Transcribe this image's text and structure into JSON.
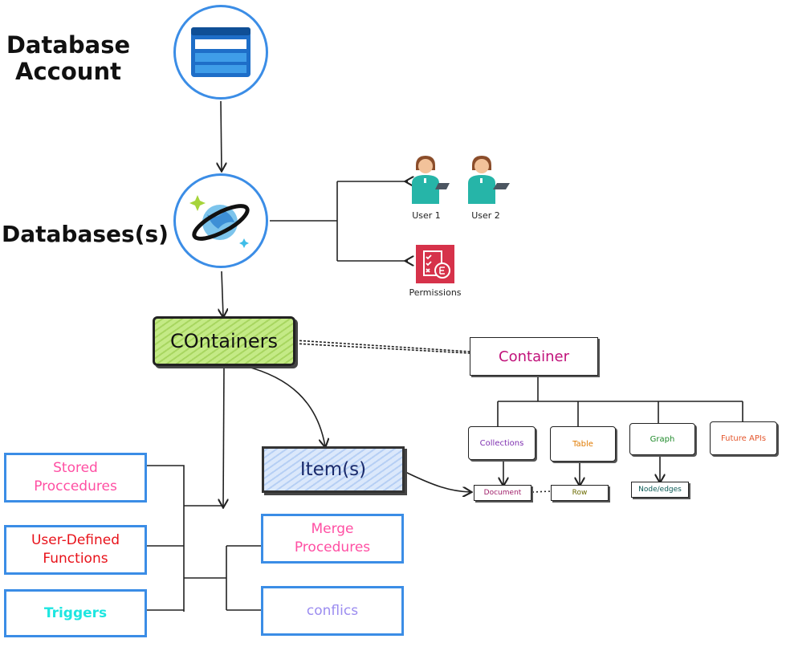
{
  "account": {
    "label": "Database\nAccount"
  },
  "databases": {
    "label": "Databases(s)"
  },
  "users": [
    {
      "label": "User 1"
    },
    {
      "label": "User 2"
    }
  ],
  "permissions": {
    "label": "Permissions"
  },
  "containers": {
    "label": "COntainers"
  },
  "items": {
    "label": "Item(s)"
  },
  "container_panel": {
    "label": "Container",
    "apis": [
      {
        "label": "Collections",
        "color": "#7e2fb0",
        "child": {
          "label": "Document",
          "color": "#a0206a"
        }
      },
      {
        "label": "Table",
        "color": "#e07a00",
        "child": {
          "label": "Row",
          "color": "#6b6b00"
        }
      },
      {
        "label": "Graph",
        "color": "#1f8a2a",
        "child": {
          "label": "Node/edges",
          "color": "#0a5a55"
        }
      },
      {
        "label": "Future APIs",
        "color": "#e4572e"
      }
    ]
  },
  "server_side": [
    {
      "label": "Stored\nProccedures",
      "color": "#ff4fa3"
    },
    {
      "label": "User-Defined\nFunctions",
      "color": "#e8121a"
    },
    {
      "label": "Triggers",
      "color": "#1ee6e0"
    }
  ],
  "conflict_side": [
    {
      "label": "Merge\nProcedures",
      "color": "#ff4fa3"
    },
    {
      "label": "conflics",
      "color": "#9b8cf0"
    }
  ],
  "colors": {
    "circle_border": "#3b8de6",
    "containers_fill": "#c4ea86",
    "items_fill": "#c5d9f7",
    "permissions_red": "#d6324a",
    "person_teal": "#26b5a8"
  }
}
